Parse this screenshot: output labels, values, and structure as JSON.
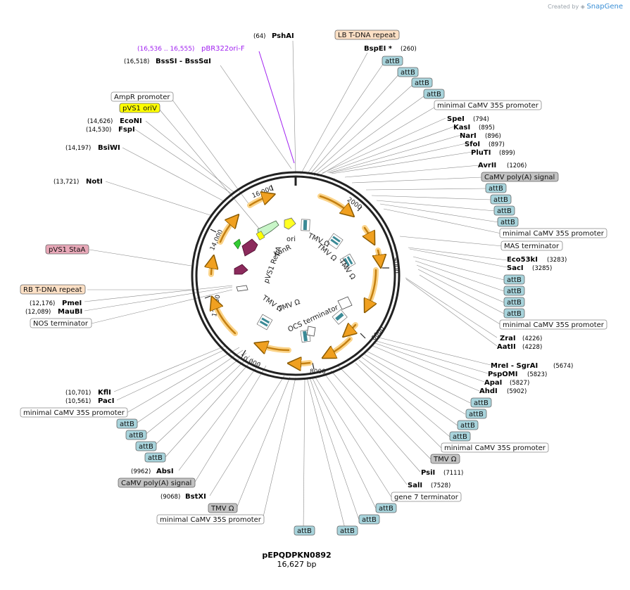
{
  "credit": {
    "prefix": "Created by",
    "brand": "SnapGene"
  },
  "plasmid": {
    "name": "pEPQDPKN0892",
    "size": "16,627 bp"
  },
  "ruler_ticks": [
    "2000",
    "4000",
    "6000",
    "8000",
    "10,000",
    "12,000",
    "14,000",
    "16,000"
  ],
  "primer": {
    "range": "(16,536 .. 16,555)",
    "name": "pBR322ori-F"
  },
  "sites": [
    {
      "pos": "(64)",
      "name": "PshAI",
      "side": "left"
    },
    {
      "pos": "(260)",
      "name": "BspEI *",
      "side": "right"
    },
    {
      "pos": "(794)",
      "name": "SpeI",
      "side": "right"
    },
    {
      "pos": "(895)",
      "name": "KasI",
      "side": "right"
    },
    {
      "pos": "(896)",
      "name": "NarI",
      "side": "right"
    },
    {
      "pos": "(897)",
      "name": "SfoI",
      "side": "right"
    },
    {
      "pos": "(899)",
      "name": "PluTI",
      "side": "right"
    },
    {
      "pos": "(1206)",
      "name": "AvrII",
      "side": "right"
    },
    {
      "pos": "(3283)",
      "name": "Eco53kI",
      "side": "right"
    },
    {
      "pos": "(3285)",
      "name": "SacI",
      "side": "right"
    },
    {
      "pos": "(4226)",
      "name": "ZraI",
      "side": "right"
    },
    {
      "pos": "(4228)",
      "name": "AatII",
      "side": "right"
    },
    {
      "pos": "(5674)",
      "name": "MreI  -  SgrAI",
      "side": "right"
    },
    {
      "pos": "(5823)",
      "name": "PspOMI",
      "side": "right"
    },
    {
      "pos": "(5827)",
      "name": "ApaI",
      "side": "right"
    },
    {
      "pos": "(5902)",
      "name": "AhdI",
      "side": "right"
    },
    {
      "pos": "(7111)",
      "name": "PsiI",
      "side": "right"
    },
    {
      "pos": "(7528)",
      "name": "SalI",
      "side": "right"
    },
    {
      "pos": "(9068)",
      "name": "BstXI",
      "side": "left"
    },
    {
      "pos": "(9962)",
      "name": "AbsI",
      "side": "left"
    },
    {
      "pos": "(10,561)",
      "name": "PacI",
      "side": "left"
    },
    {
      "pos": "(10,701)",
      "name": "KflI",
      "side": "left"
    },
    {
      "pos": "(12,089)",
      "name": "MauBI",
      "side": "left"
    },
    {
      "pos": "(12,176)",
      "name": "PmeI",
      "side": "left"
    },
    {
      "pos": "(13,721)",
      "name": "NotI",
      "side": "left"
    },
    {
      "pos": "(14,197)",
      "name": "BsiWI",
      "side": "left"
    },
    {
      "pos": "(14,530)",
      "name": "FspI",
      "side": "left"
    },
    {
      "pos": "(14,626)",
      "name": "EcoNI",
      "side": "left"
    },
    {
      "pos": "(16,518)",
      "name": "BssSI  -  BssSαI",
      "side": "left"
    }
  ],
  "feature_labels": [
    {
      "text": "LB T-DNA repeat",
      "kind": "repeat"
    },
    {
      "text": "attB",
      "kind": "attb"
    },
    {
      "text": "attB",
      "kind": "attb"
    },
    {
      "text": "attB",
      "kind": "attb"
    },
    {
      "text": "attB",
      "kind": "attb"
    },
    {
      "text": "minimal CaMV 35S promoter",
      "kind": "promoter"
    },
    {
      "text": "CaMV poly(A) signal",
      "kind": "polya"
    },
    {
      "text": "attB",
      "kind": "attb"
    },
    {
      "text": "attB",
      "kind": "attb"
    },
    {
      "text": "attB",
      "kind": "attb"
    },
    {
      "text": "attB",
      "kind": "attb"
    },
    {
      "text": "minimal CaMV 35S promoter",
      "kind": "promoter"
    },
    {
      "text": "MAS terminator",
      "kind": "promoter"
    },
    {
      "text": "attB",
      "kind": "attb"
    },
    {
      "text": "attB",
      "kind": "attb"
    },
    {
      "text": "attB",
      "kind": "attb"
    },
    {
      "text": "attB",
      "kind": "attb"
    },
    {
      "text": "minimal CaMV 35S promoter",
      "kind": "promoter"
    },
    {
      "text": "attB",
      "kind": "attb"
    },
    {
      "text": "attB",
      "kind": "attb"
    },
    {
      "text": "attB",
      "kind": "attb"
    },
    {
      "text": "attB",
      "kind": "attb"
    },
    {
      "text": "minimal CaMV 35S promoter",
      "kind": "promoter"
    },
    {
      "text": "TMV Ω",
      "kind": "polya"
    },
    {
      "text": "gene 7 terminator",
      "kind": "promoter"
    },
    {
      "text": "attB",
      "kind": "attb"
    },
    {
      "text": "attB",
      "kind": "attb"
    },
    {
      "text": "attB",
      "kind": "attb"
    },
    {
      "text": "attB",
      "kind": "attb"
    },
    {
      "text": "minimal CaMV 35S promoter",
      "kind": "promoter"
    },
    {
      "text": "TMV Ω",
      "kind": "polya"
    },
    {
      "text": "CaMV poly(A) signal",
      "kind": "polya"
    },
    {
      "text": "attB",
      "kind": "attb"
    },
    {
      "text": "attB",
      "kind": "attb"
    },
    {
      "text": "attB",
      "kind": "attb"
    },
    {
      "text": "attB",
      "kind": "attb"
    },
    {
      "text": "minimal CaMV 35S promoter",
      "kind": "promoter"
    },
    {
      "text": "NOS terminator",
      "kind": "promoter"
    },
    {
      "text": "RB T-DNA repeat",
      "kind": "repeat"
    },
    {
      "text": "pVS1 StaA",
      "kind": "stab"
    },
    {
      "text": "pVS1 oriV",
      "kind": "oriv"
    },
    {
      "text": "AmpR promoter",
      "kind": "promoter"
    }
  ],
  "inner_labels": [
    "ori",
    "KanR",
    "pVS1 RepA",
    "TMV Ω",
    "TMV Ω",
    "TMV Ω",
    "TMV Ω",
    "OCS terminator",
    "TMV Ω"
  ],
  "colors": {
    "backbone": "#222222",
    "orf_arrow": "#f0a020",
    "orf_glow": "#fbd48a",
    "attb": "#a8d4dc",
    "repeat": "#fde0c5",
    "polya": "#c2c2c2",
    "oriv": "#ffff00",
    "stab": "#e8a8b8",
    "repa": "#8b2a5c",
    "kanr": "#c8f5c8",
    "ori": "#ffff22",
    "primer": "#a020f0"
  }
}
